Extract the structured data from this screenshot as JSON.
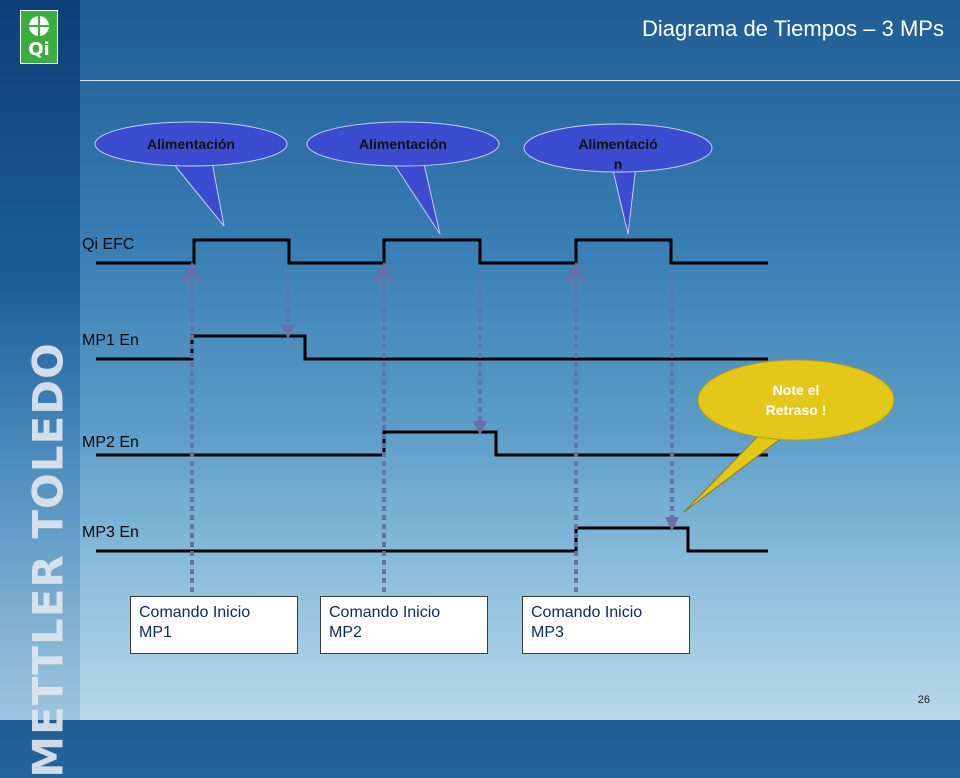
{
  "title": "Diagrama de Tiempos – 3 MPs",
  "brand": "METTLER TOLEDO",
  "logo_text": "Qi",
  "page_number": "26",
  "signals": [
    {
      "id": "efc",
      "label": "Qi EFC"
    },
    {
      "id": "mp1",
      "label": "MP1 En"
    },
    {
      "id": "mp2",
      "label": "MP2 En"
    },
    {
      "id": "mp3",
      "label": "MP3 En"
    }
  ],
  "callouts": [
    {
      "line1": "Alimentación",
      "line2": ""
    },
    {
      "line1": "Alimentación",
      "line2": ""
    },
    {
      "line1": "Alimentació",
      "line2": "n"
    }
  ],
  "note": {
    "line1": "Note el",
    "line2": "Retraso !"
  },
  "commands": [
    {
      "line1": "Comando Inicio",
      "line2": "MP1"
    },
    {
      "line1": "Comando Inicio",
      "line2": "MP2"
    },
    {
      "line1": "Comando Inicio",
      "line2": "MP3"
    }
  ],
  "colors": {
    "callout_fill": "#3b4cd0",
    "note_fill": "#e3c81a",
    "arrow": "#6b6fa8",
    "signal_line": "#000000"
  }
}
